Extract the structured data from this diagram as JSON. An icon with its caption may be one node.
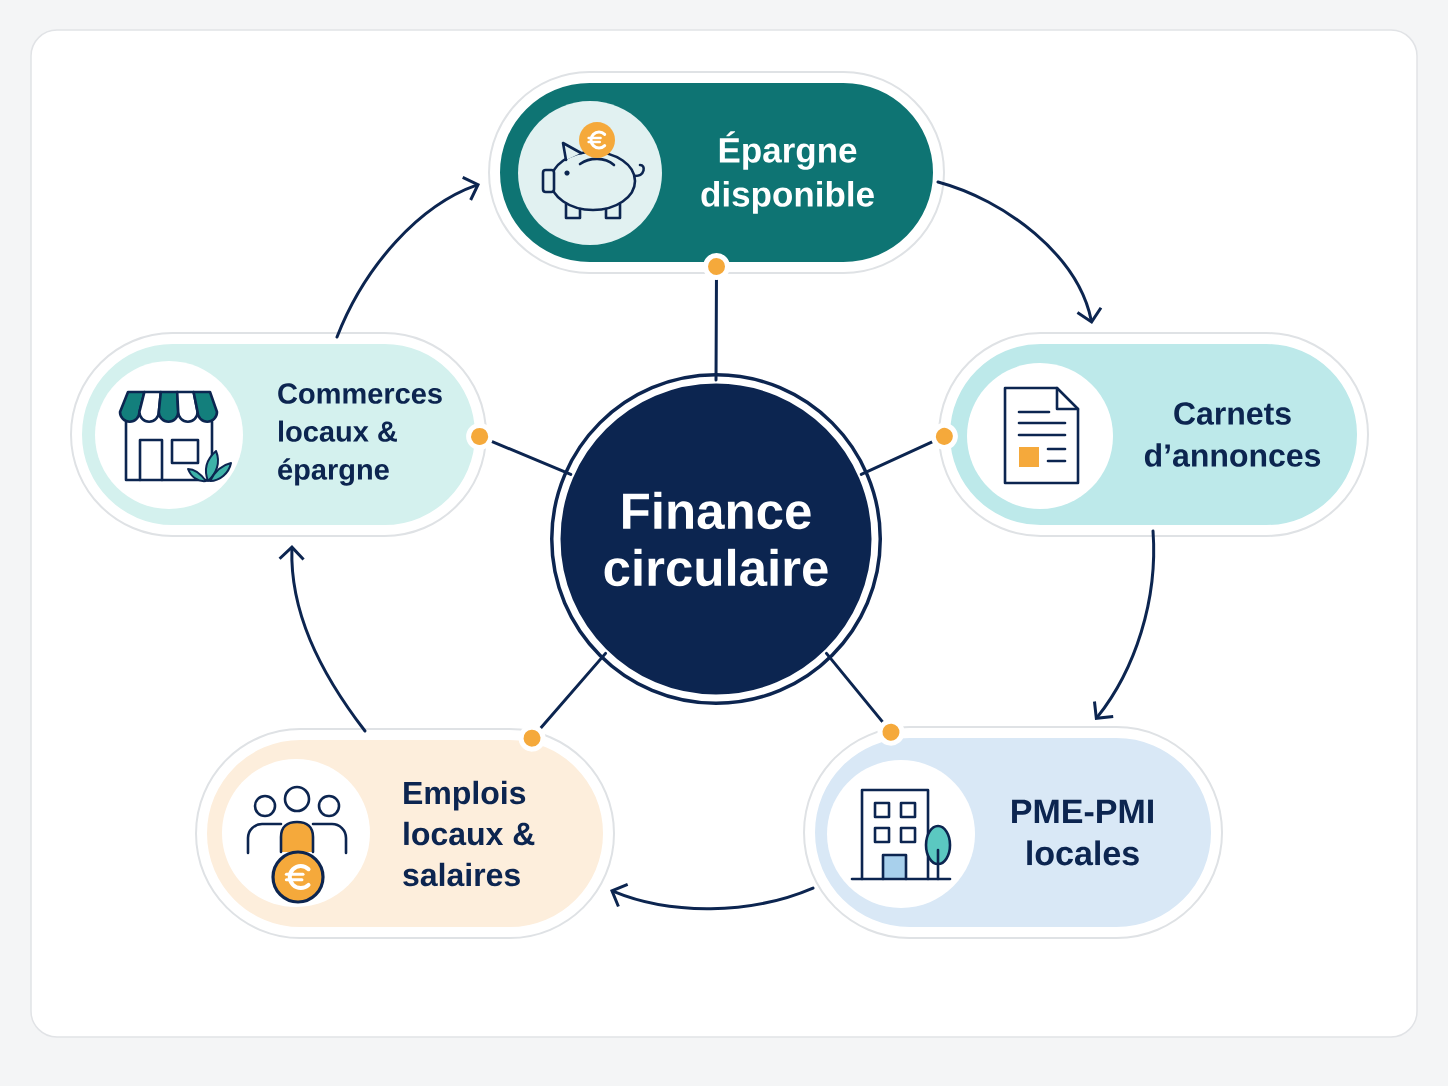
{
  "diagram": {
    "nodes": [
      {
        "text": [
          "Épargne disponible"
        ]
      },
      {
        "text": [
          "Commerces locaux & épargne"
        ]
      },
      {
        "text": [
          "Carnets d’annonces"
        ]
      },
      {
        "text": [
          "Finance circulaire"
        ]
      },
      {
        "text": [
          "Emplois locaux & salaires"
        ]
      },
      {
        "text": [
          "PME-PMI locales"
        ]
      }
    ],
    "edges": [
      {
        "from": 3,
        "to": 0,
        "arrow": "other"
      },
      {
        "from": 3,
        "to": 1,
        "arrow": "other"
      },
      {
        "from": 3,
        "to": 2,
        "arrow": "other"
      },
      {
        "from": 3,
        "to": 4,
        "arrow": "other"
      },
      {
        "from": 3,
        "to": 5,
        "arrow": "other"
      },
      {
        "from": 0,
        "to": 2,
        "arrow": "to"
      },
      {
        "from": 2,
        "to": 5,
        "arrow": "to"
      },
      {
        "from": 5,
        "to": 4,
        "arrow": "to"
      },
      {
        "from": 4,
        "to": 1,
        "arrow": "to"
      },
      {
        "from": 1,
        "to": 0,
        "arrow": "to"
      }
    ]
  }
}
